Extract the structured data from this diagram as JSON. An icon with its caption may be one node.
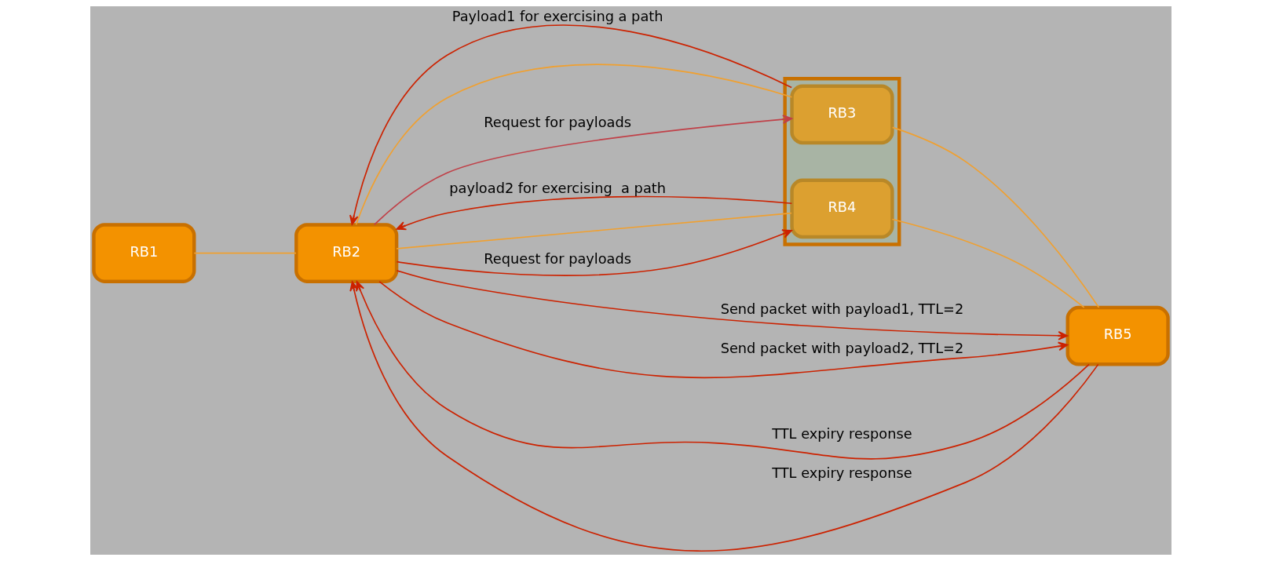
{
  "diagram": {
    "nodes": [
      {
        "text": [],
        "shape": "box"
      },
      {
        "text": [
          "RB1"
        ]
      },
      {
        "text": [
          "RB2"
        ]
      },
      {
        "text": [
          "RB3"
        ],
        "in": 0
      },
      {
        "text": [
          "RB5"
        ]
      },
      {
        "text": [
          "RB4"
        ],
        "in": 0
      }
    ],
    "edges": [
      {
        "from": 1,
        "to": 2,
        "arrow": "none",
        "color": "#f0a030"
      },
      {
        "from": 2,
        "to": 3,
        "arrow": "none",
        "color": "#f0a030"
      },
      {
        "from": 3,
        "to": 4,
        "arrow": "none",
        "color": "#f0a030"
      },
      {
        "from": 2,
        "to": 5,
        "arrow": "none",
        "color": "#f0a030"
      },
      {
        "from": 5,
        "to": 4,
        "arrow": "none",
        "color": "#f0a030"
      },
      {
        "from": 2,
        "to": 3,
        "arrow": "to",
        "label": "Request for payloads",
        "color": "#c04048"
      },
      {
        "from": 3,
        "to": 2,
        "arrow": "to",
        "label": "Payload1 for exercising a path"
      },
      {
        "from": 2,
        "to": 4,
        "arrow": "to",
        "label": "Send packet with payload1, TTL=2"
      },
      {
        "from": 4,
        "to": 2,
        "arrow": "to",
        "label": "TTL expiry response"
      },
      {
        "from": 2,
        "to": 5,
        "arrow": "to",
        "label": "Request for payloads"
      },
      {
        "from": 5,
        "to": 2,
        "arrow": "to",
        "label": "payload2 for exercising  a path"
      },
      {
        "from": 2,
        "to": 4,
        "arrow": "to",
        "label": "Send packet with payload2, TTL=2"
      },
      {
        "from": 4,
        "to": 2,
        "arrow": "to",
        "label": "TTL expiry response"
      }
    ]
  }
}
